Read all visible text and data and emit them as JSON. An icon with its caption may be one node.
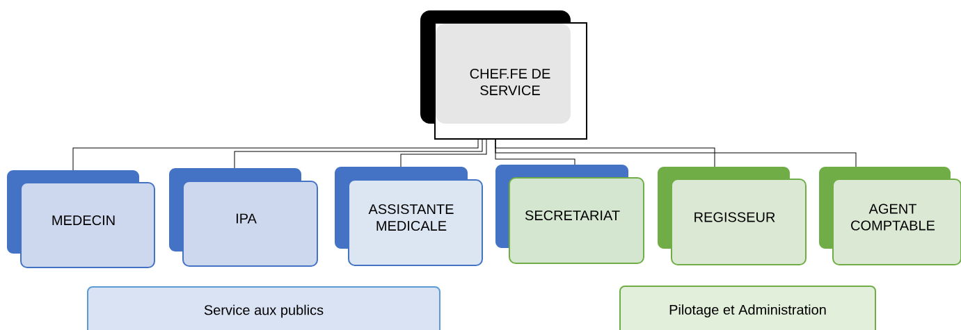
{
  "diagram": {
    "nodes": [
      {
        "text": [
          "CHEF.FE DE SERVICE"
        ]
      },
      {
        "text": [
          "MEDECIN"
        ]
      },
      {
        "text": [
          "IPA"
        ]
      },
      {
        "text": [
          "ASSISTANTE MEDICALE"
        ]
      },
      {
        "text": [
          "SECRETARIAT"
        ]
      },
      {
        "text": [
          "REGISSEUR"
        ]
      },
      {
        "text": [
          "AGENT COMPTABLE"
        ]
      },
      {
        "text": [
          "Service aux publics"
        ]
      },
      {
        "text": [
          "Pilotage et Administration"
        ]
      }
    ],
    "edges": [
      {
        "from": 0,
        "to": 1,
        "arrow": "none"
      },
      {
        "from": 0,
        "to": 2,
        "arrow": "none"
      },
      {
        "from": 0,
        "to": 3,
        "arrow": "none"
      },
      {
        "from": 0,
        "to": 4,
        "arrow": "none"
      },
      {
        "from": 0,
        "to": 5,
        "arrow": "none"
      },
      {
        "from": 0,
        "to": 6,
        "arrow": "none"
      }
    ]
  }
}
